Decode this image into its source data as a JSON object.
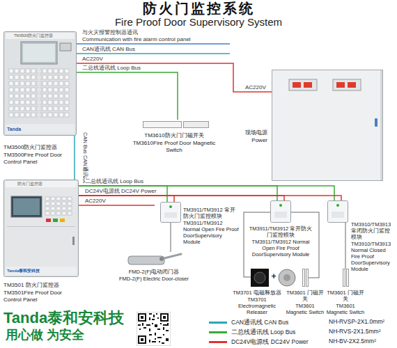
{
  "diagram": {
    "title": "防火门监控系统",
    "nodes": [
      {
        "text": [
          "TM3500防火门监控器",
          "Tanda",
          "TM3500防火门监控器",
          "TM3500Fire Proof Door Control Panel"
        ]
      },
      {
        "text": [
          "TM3610防火门门磁开关",
          "TM3610Fire Proof Door Magnetic Switch"
        ]
      },
      {
        "text": [
          "现场电源",
          "Power"
        ]
      },
      {
        "text": [
          "防火门监控器",
          "Tanda泰和安科技",
          "TM3501 防火门监控器",
          "TM3501Fire Proof Door Control Panel"
        ]
      },
      {
        "text": [
          "TM3911/TM3912 常开防火门监控模块",
          "TM3911/TM3912 Normal Open Fire Proof DoorSupervisory Module"
        ]
      },
      {
        "text": [
          "FMD-2(F)电动闭门器",
          "FMD-2(F) Electric Door-closer"
        ]
      },
      {
        "text": [
          "TM3911/TM3912 常开防火门监控模块",
          "TM3911/TM3912 Normal Open Fire Proof DoorSupervisory Module"
        ]
      },
      {
        "text": [
          "TM3910/TM3913 常闭防火门监控模块",
          "TM3910/TM3913 Normal Closed Fire Proof DoorSupervisory Module"
        ]
      },
      {
        "text": [
          "TM3701 电磁释放器",
          "TM3701 Electromagnetic Releaser"
        ]
      },
      {
        "text": [
          "TM3601 门磁开关",
          "TM3601 Magnetic Switch"
        ]
      },
      {
        "text": [
          "TM3601 门磁开关",
          "TM3601 Magnetic Switch"
        ]
      }
    ],
    "edges": [
      {
        "from": 0,
        "to": 2,
        "arrow": "none",
        "label": "AC220V"
      },
      {
        "from": 0,
        "to": 1,
        "arrow": "none",
        "label": "二总线通讯线 Loop Bus"
      },
      {
        "from": 0,
        "to": 3,
        "arrow": "none",
        "label": "CAN Bus CAN通讯线"
      },
      {
        "from": 3,
        "to": 4,
        "arrow": "none",
        "label": "二总线通讯线 Loop Bus"
      },
      {
        "from": 3,
        "to": 6,
        "arrow": "none"
      },
      {
        "from": 3,
        "to": 7,
        "arrow": "none"
      },
      {
        "from": 3,
        "to": 4,
        "arrow": "none",
        "label": "DC24V电源线 DC24V Power"
      },
      {
        "from": 3,
        "to": 6,
        "arrow": "none"
      },
      {
        "from": 3,
        "to": 7,
        "arrow": "none"
      },
      {
        "from": 4,
        "to": 5,
        "arrow": "none"
      },
      {
        "from": 6,
        "to": 8,
        "arrow": "none"
      },
      {
        "from": 6,
        "to": 9,
        "arrow": "none"
      },
      {
        "from": 7,
        "to": 10,
        "arrow": "none"
      }
    ],
    "labels": [
      "Fire Proof Door Supervisory System",
      "与火灾报警控制器通讯",
      "Communication with fire alarm control panel",
      "CAN通讯线 CAN Bus",
      "AC220V",
      "AC220V",
      "+",
      "Tanda泰和安科技",
      "用心做 为安全",
      "NH-RVSP-2X1.0mm²",
      "NH-RVS-2X1.5mm²",
      "NH-BV-2X2.5mm²"
    ],
    "legend": [
      {
        "text": "CAN通讯线 CAN Bus",
        "color": "#2ba6b3"
      },
      {
        "text": "二总线通讯线 Loop Bus",
        "color": "#3aa935"
      },
      {
        "text": "DC24V电源线 DC24V Power",
        "color": "#e0322d"
      }
    ]
  }
}
